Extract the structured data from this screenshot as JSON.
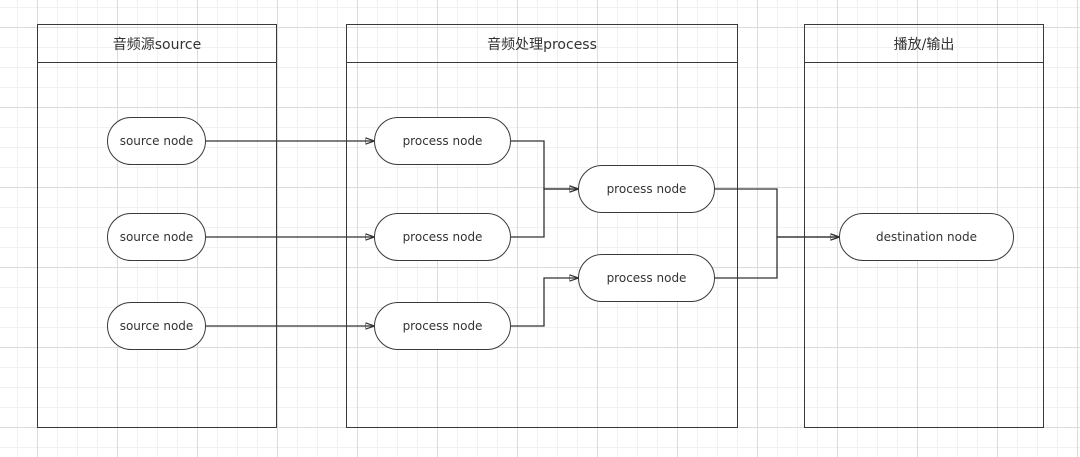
{
  "lanes": {
    "source": {
      "title": "音频源source"
    },
    "process": {
      "title": "音频处理process"
    },
    "output": {
      "title": "播放/输出"
    }
  },
  "nodes": {
    "source_1": "source node",
    "source_2": "source node",
    "source_3": "source node",
    "process_1": "process node",
    "process_2": "process node",
    "process_3": "process node",
    "process_4": "process node",
    "process_5": "process node",
    "destination": "destination node"
  },
  "edges": [
    {
      "from": "source_1",
      "to": "process_1"
    },
    {
      "from": "source_2",
      "to": "process_2"
    },
    {
      "from": "source_3",
      "to": "process_3"
    },
    {
      "from": "process_1",
      "to": "process_4"
    },
    {
      "from": "process_2",
      "to": "process_4"
    },
    {
      "from": "process_3",
      "to": "process_5"
    },
    {
      "from": "process_4",
      "to": "destination"
    },
    {
      "from": "process_5",
      "to": "destination"
    }
  ],
  "colors": {
    "stroke": "#3a3a3a",
    "text": "#333333",
    "grid": "#dcdcdc",
    "background": "#ffffff"
  }
}
